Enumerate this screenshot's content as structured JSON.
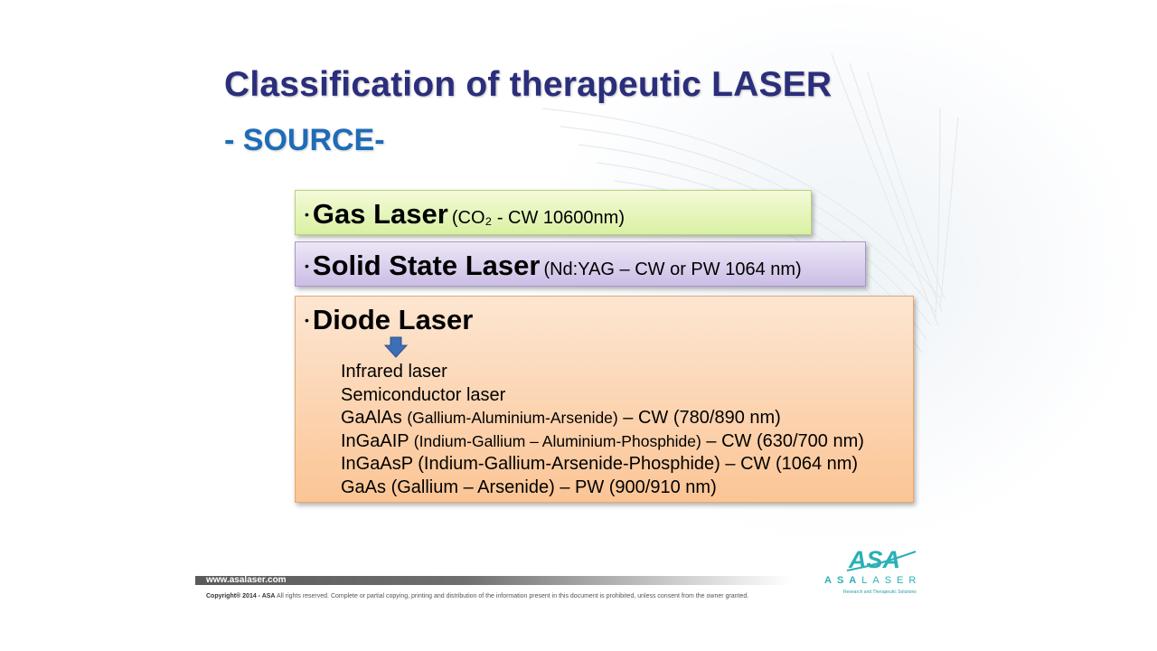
{
  "slide": {
    "title": "Classification of therapeutic LASER",
    "subtitle": "- SOURCE-"
  },
  "boxes": {
    "gas": {
      "bullet": "•",
      "label": "Gas Laser",
      "detail": "(CO₂ - CW 10600nm)",
      "color": "#d9f1a2"
    },
    "solid": {
      "bullet": "•",
      "label": "Solid State Laser",
      "detail": "(Nd:YAG – CW or PW 1064 nm)",
      "color": "#cbbde5"
    },
    "diode": {
      "bullet": "•",
      "label": "Diode Laser",
      "color": "#fbc595",
      "arrow_icon": "arrow-down-icon",
      "items": [
        {
          "main": "Infrared laser",
          "paren": "",
          "tail": ""
        },
        {
          "main": "Semiconductor laser",
          "paren": "",
          "tail": ""
        },
        {
          "main": "GaAlAs ",
          "paren": "(Gallium-Aluminium-Arsenide)",
          "tail": " – CW (780/890 nm)"
        },
        {
          "main": "InGaAIP ",
          "paren": "(Indium-Gallium – Aluminium-Phosphide)",
          "tail": " – CW (630/700 nm)"
        },
        {
          "main": "InGaAsP ",
          "paren": "(Indium-Gallium-Arsenide-Phosphide)",
          "tail": " – CW (1064 nm)"
        },
        {
          "main": "GaAs ",
          "paren": "(Gallium – Arsenide)",
          "tail": " – PW (900/910 nm)"
        }
      ]
    }
  },
  "footer": {
    "url": "www.asalaser.com",
    "copyright_bold": "Copyright® 2014 - ASA",
    "copyright_text": " All rights reserved. Complete or partial copying, printing and distribution of the information present in this document is prohibited, unless consent from the owner granted."
  },
  "logo": {
    "mark": "ASA",
    "name_part1": "ASA",
    "name_part2": "LASER",
    "tagline": "Research and Therapeutic Solutions",
    "color": "#2bb0b6"
  },
  "colors": {
    "title": "#2b2e7a",
    "subtitle": "#1f6cb6",
    "arrow": "#3d6fb8"
  }
}
